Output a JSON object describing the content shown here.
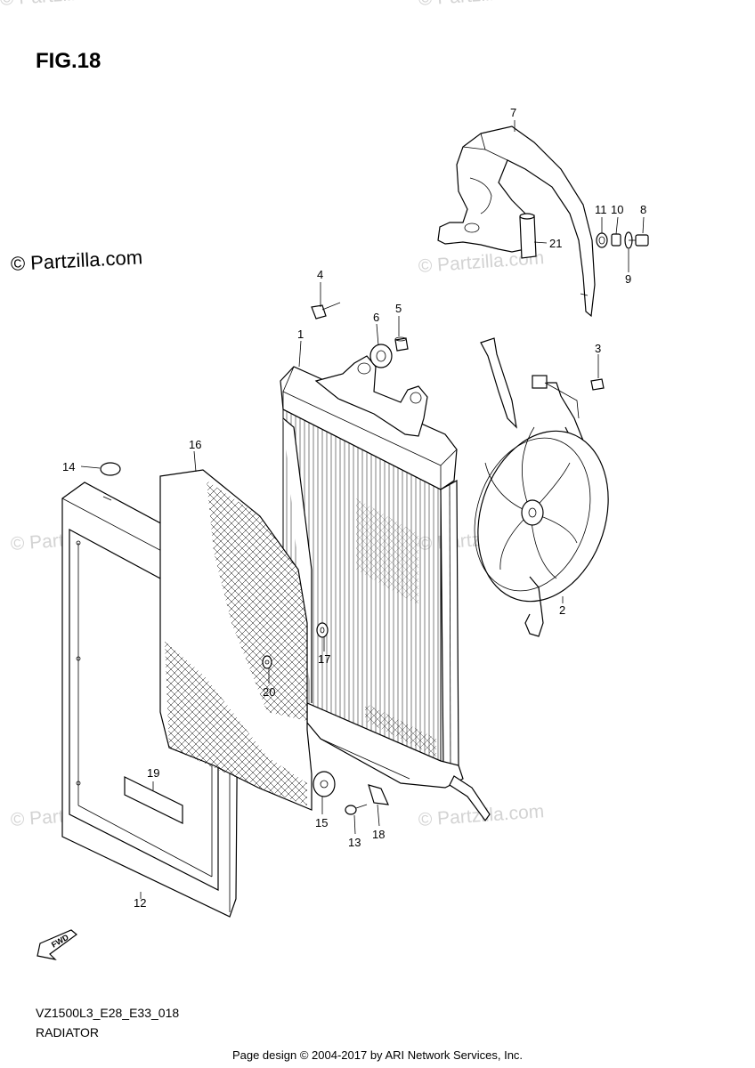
{
  "figure_title": "FIG.18",
  "watermark": "© Partzilla.com",
  "watermark_faint": "© Partzilla.com",
  "diagram_code": "VZ1500L3_E28_E33_018",
  "diagram_name": "RADIATOR",
  "footer": "Page design © 2004-2017 by ARI Network Services, Inc.",
  "fwd_label": "FWD",
  "callouts": {
    "c1": "1",
    "c2": "2",
    "c3": "3",
    "c4": "4",
    "c5": "5",
    "c6": "6",
    "c7": "7",
    "c8": "8",
    "c9": "9",
    "c10": "10",
    "c11": "11",
    "c12": "12",
    "c13": "13",
    "c14": "14",
    "c15": "15",
    "c16": "16",
    "c17": "17",
    "c18": "18",
    "c19": "19",
    "c20": "20",
    "c21": "21"
  }
}
